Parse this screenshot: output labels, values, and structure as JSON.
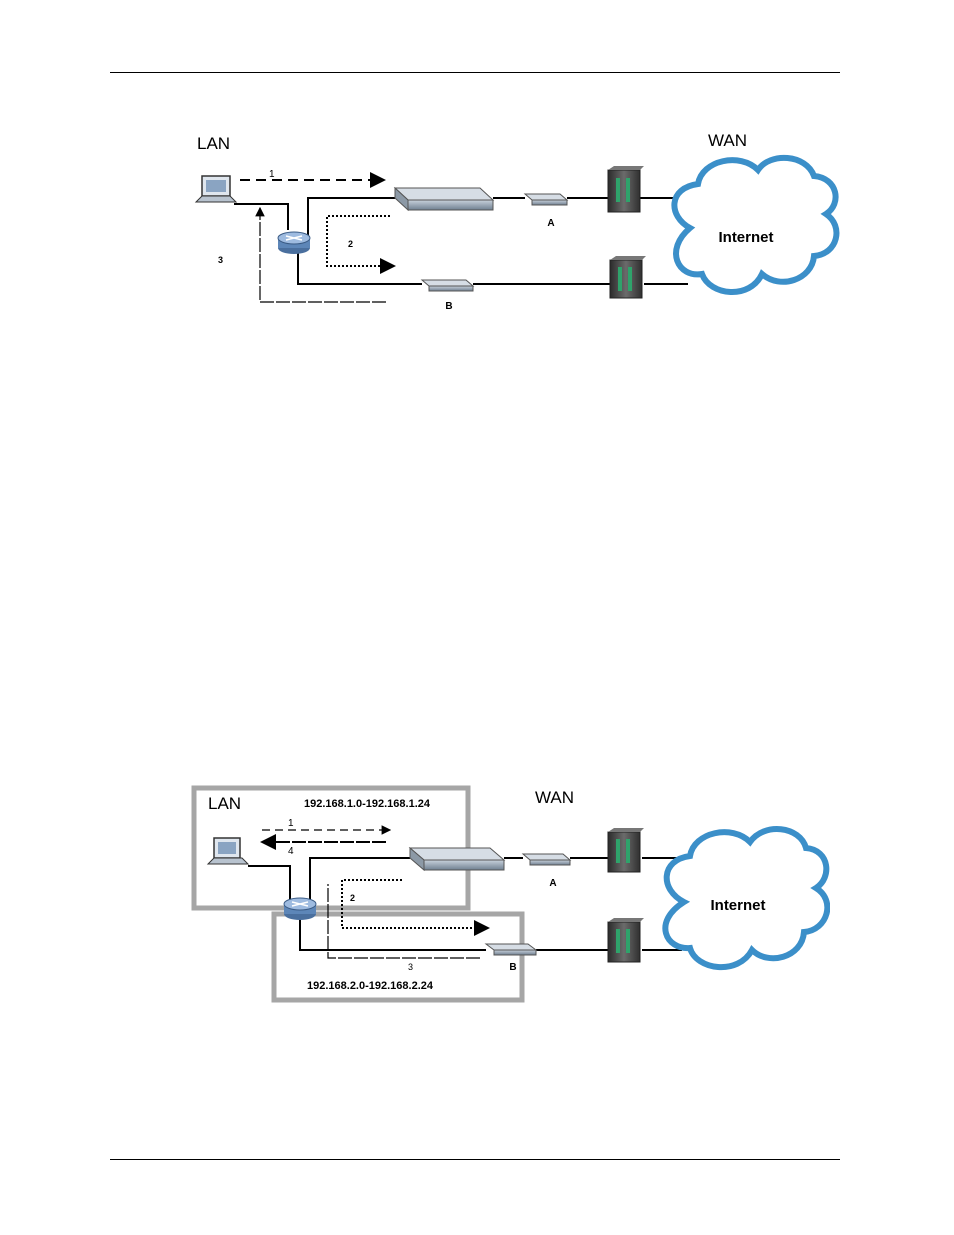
{
  "figure1": {
    "lan_label": "LAN",
    "wan_label": "WAN",
    "internet_label": "Internet",
    "label_a": "A",
    "label_b": "B",
    "step_1": "1",
    "step_2": "2",
    "step_3": "3"
  },
  "figure2": {
    "lan_label": "LAN",
    "wan_label": "WAN",
    "internet_label": "Internet",
    "label_a": "A",
    "label_b": "B",
    "subnet_1": "192.168.1.0-192.168.1.24",
    "subnet_2": "192.168.2.0-192.168.2.24",
    "step_1": "1",
    "step_2": "2",
    "step_3": "3",
    "step_4": "4"
  },
  "colors": {
    "cloud_edge": "#3b8fc9",
    "subnet_box": "#a6a6a6",
    "router": "#5d86b8",
    "device": "#6f7f90"
  }
}
